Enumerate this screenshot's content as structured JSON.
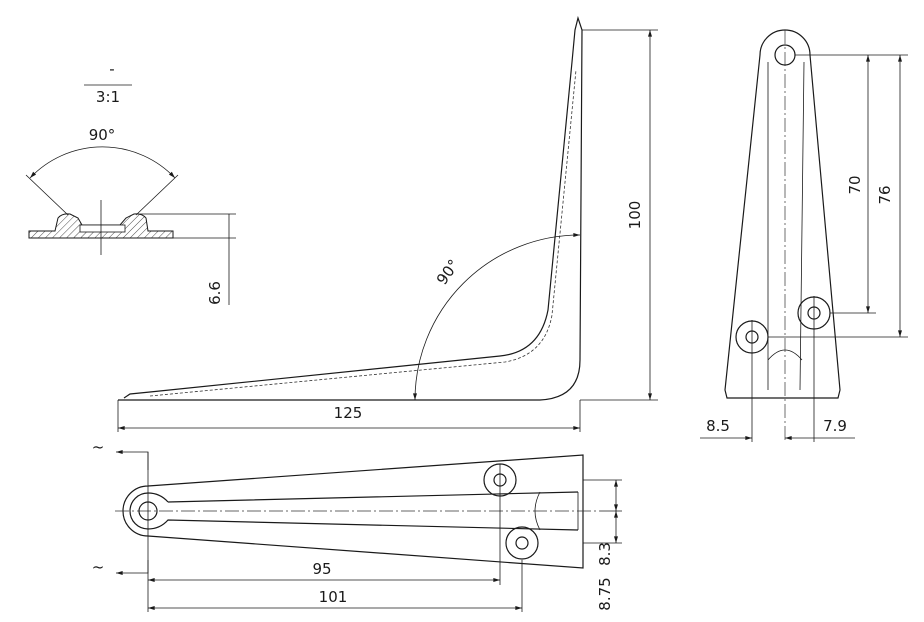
{
  "detail_view": {
    "section_mark": "-",
    "scale": "3:1",
    "angle": "90°",
    "height": "6.6"
  },
  "side_view": {
    "angle": "90°",
    "height": "100",
    "length": "125"
  },
  "front_view": {
    "dim_70": "70",
    "dim_76": "76",
    "dim_left": "8.5",
    "dim_right": "7.9"
  },
  "bottom_view": {
    "dim_95": "95",
    "dim_101": "101",
    "dim_8_75": "8.75",
    "dim_8_3": "8.3",
    "section_mark_top": "~",
    "section_mark_bottom": "~"
  }
}
